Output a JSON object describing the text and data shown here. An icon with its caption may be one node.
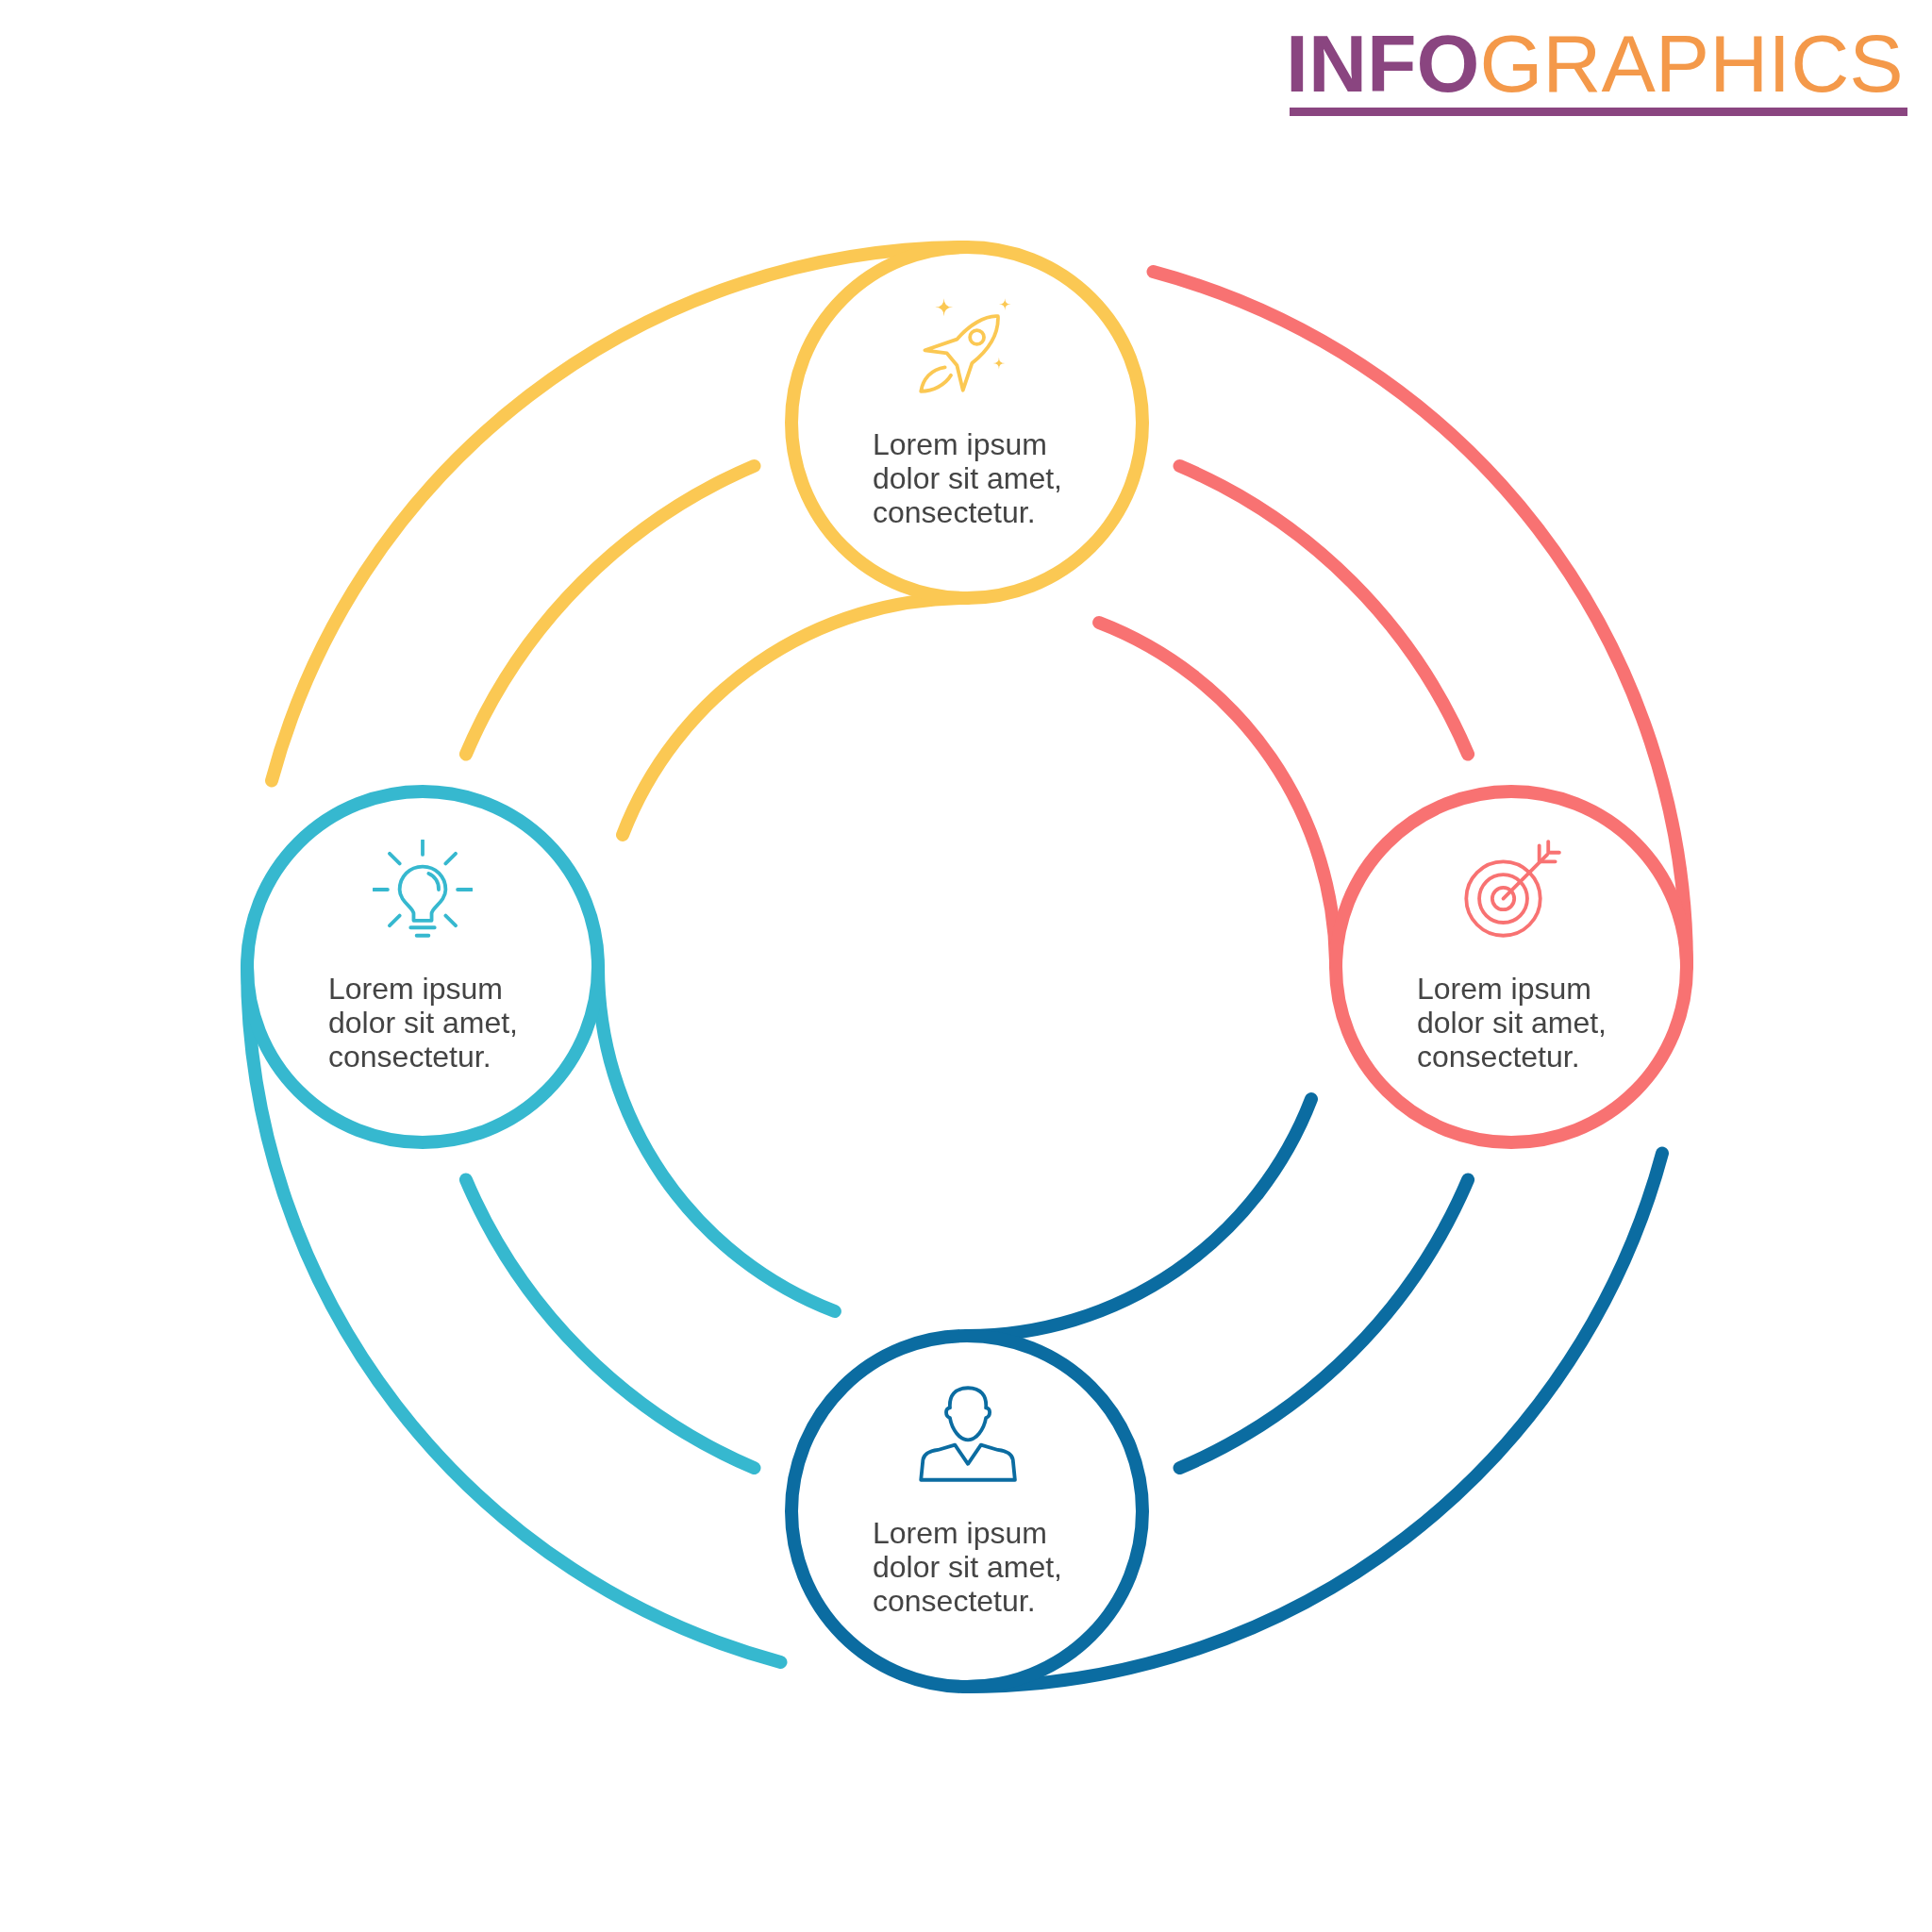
{
  "diagram": {
    "title": "**INFO**GRAPHICS",
    "nodes": [
      {
        "text": [
          "Lorem ipsum dolor sit amet, consectetur."
        ]
      },
      {
        "text": [
          "Lorem ipsum dolor sit amet, consectetur."
        ]
      },
      {
        "text": [
          "Lorem ipsum dolor sit amet, consectetur."
        ]
      },
      {
        "text": [
          "Lorem ipsum dolor sit amet, consectetur."
        ]
      }
    ],
    "edges": [
      {
        "from": 0,
        "to": 1,
        "arrow": "none",
        "color": "#fbc853"
      },
      {
        "from": 0,
        "to": 1,
        "arrow": "none",
        "color": "#fbc853"
      },
      {
        "from": 1,
        "to": 3,
        "arrow": "none",
        "color": "#36b8cf"
      },
      {
        "from": 1,
        "to": 3,
        "arrow": "none",
        "color": "#36b8cf"
      },
      {
        "from": 2,
        "to": 0,
        "arrow": "none",
        "color": "#f87272"
      },
      {
        "from": 2,
        "to": 0,
        "arrow": "none",
        "color": "#f87272"
      },
      {
        "from": 3,
        "to": 2,
        "arrow": "none",
        "color": "#0b6ca1"
      },
      {
        "from": 3,
        "to": 2,
        "arrow": "none",
        "color": "#0b6ca1"
      }
    ]
  }
}
